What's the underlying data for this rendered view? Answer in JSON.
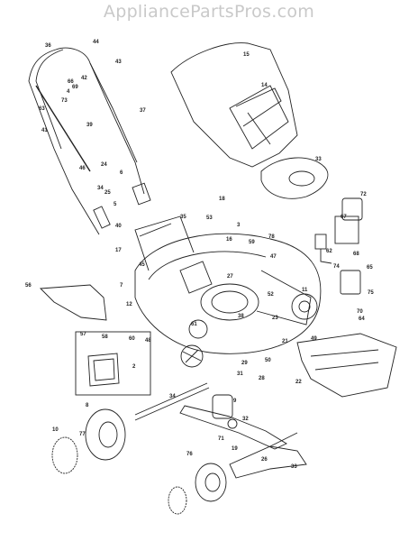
{
  "watermark": "AppliancePartsPros.com",
  "callouts": [
    "36",
    "44",
    "43",
    "42",
    "66",
    "69",
    "4",
    "73",
    "63",
    "39",
    "41",
    "37",
    "15",
    "14",
    "34",
    "33",
    "72",
    "67",
    "68",
    "62",
    "24",
    "6",
    "46",
    "25",
    "5",
    "40",
    "18",
    "53",
    "3",
    "35",
    "16",
    "78",
    "47",
    "59",
    "17",
    "45",
    "27",
    "74",
    "65",
    "75",
    "70",
    "64",
    "56",
    "7",
    "12",
    "52",
    "11",
    "38",
    "61",
    "23",
    "21",
    "49",
    "48",
    "22",
    "57",
    "58",
    "60",
    "2",
    "29",
    "31",
    "50",
    "28",
    "34",
    "8",
    "9",
    "32",
    "77",
    "10",
    "71",
    "19",
    "26",
    "33",
    "76"
  ]
}
